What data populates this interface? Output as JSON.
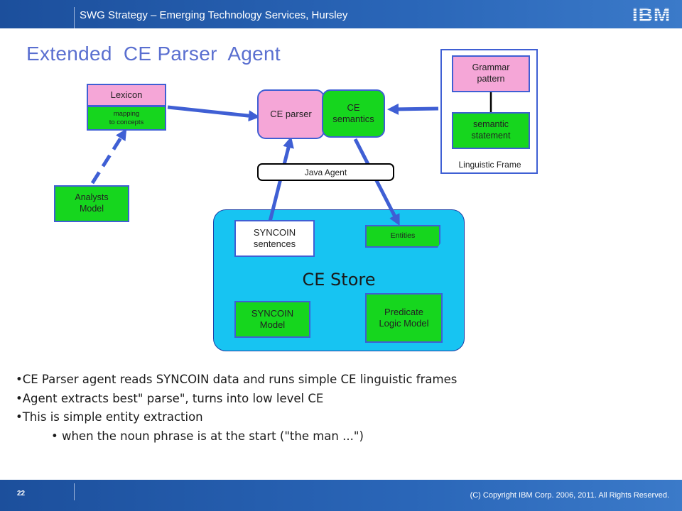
{
  "header": {
    "org": "SWG Strategy – Emerging Technology Services, Hursley",
    "logo": "IBM"
  },
  "title": "Extended  CE Parser  Agent",
  "diagram": {
    "lexicon": "Lexicon",
    "mapping": "mapping\nto concepts",
    "analysts_model": "Analysts\nModel",
    "ce_parser": "CE parser",
    "ce_semantics": "CE\nsemantics",
    "java_agent": "Java Agent",
    "grammar_pattern": "Grammar\npattern",
    "semantic_statement": "semantic\nstatement",
    "linguistic_frame": "Linguistic Frame",
    "ce_store": "CE Store",
    "syncoin_sentences": "SYNCOIN\nsentences",
    "entities": "Entities",
    "syncoin_model": "SYNCOIN\nModel",
    "predicate_logic_model": "Predicate\nLogic Model"
  },
  "bullets": [
    "•CE Parser agent reads SYNCOIN data and runs simple CE linguistic frames",
    "•Agent extracts best\" parse\", turns into low level CE",
    "•This is simple entity extraction",
    "• when the noun phrase is at the start (\"the man ...\")"
  ],
  "footer": {
    "page": "22",
    "copyright": "(C) Copyright IBM Corp. 2006, 2011. All Rights Reserved."
  },
  "colors": {
    "accent": "#3f5fd4",
    "pink": "#f5a6d7",
    "green": "#16d61e",
    "store": "#17c4f2",
    "title": "#5a6fd0"
  }
}
